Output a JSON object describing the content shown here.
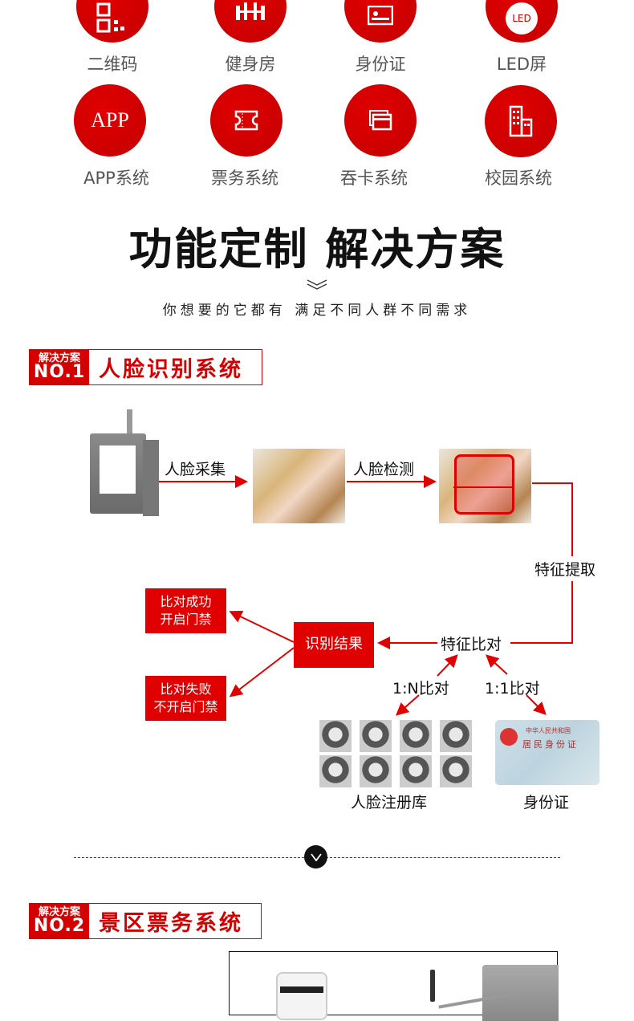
{
  "features": [
    {
      "label": "二维码",
      "icon": "qr-code-icon"
    },
    {
      "label": "健身房",
      "icon": "gym-icon"
    },
    {
      "label": "身份证",
      "icon": "id-card-icon"
    },
    {
      "label": "LED屏",
      "icon": "led-icon",
      "glyph": "LED"
    },
    {
      "label": "APP系统",
      "icon": "app-icon",
      "glyph": "APP"
    },
    {
      "label": "票务系统",
      "icon": "ticket-icon"
    },
    {
      "label": "吞卡系统",
      "icon": "card-icon"
    },
    {
      "label": "校园系统",
      "icon": "building-icon"
    }
  ],
  "headline": "功能定制 解决方案",
  "subheadline": "你想要的它都有 满足不同人群不同需求",
  "solution1": {
    "tag_top": "解决方案",
    "tag_no": "NO.1",
    "name": "人脸识别系统",
    "steps": {
      "capture": "人脸采集",
      "detect": "人脸检测",
      "extract": "特征提取",
      "compare": "特征比对",
      "result": "识别结果"
    },
    "success": [
      "比对成功",
      "开启门禁"
    ],
    "fail": [
      "比对失败",
      "不开启门禁"
    ],
    "one_to_n": "1:N比对",
    "one_to_one": "1:1比对",
    "face_db": "人脸注册库",
    "id_card": "身份证",
    "id_card_lines": [
      "中华人民共和国",
      "居民身份证"
    ]
  },
  "solution2": {
    "tag_top": "解决方案",
    "tag_no": "NO.2",
    "name": "景区票务系统"
  },
  "colors": {
    "accent": "#d40000",
    "text": "#222222",
    "label_gray": "#555555"
  }
}
